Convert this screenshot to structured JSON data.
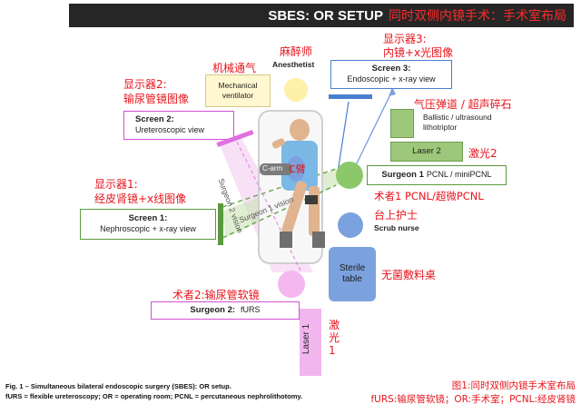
{
  "banner": {
    "title_en": "SBES: OR SETUP",
    "title_zh": "同时双侧内镜手术：手术室布局"
  },
  "labels": {
    "anesthetist_zh": "麻醉师",
    "anesthetist": "Anesthetist",
    "ventilator_zh": "机械通气",
    "ventilator": "Mechanical ventilator",
    "screen3_zh": "显示器3:\n内镜+x光图像",
    "screen3_title": "Screen 3:",
    "screen3_desc": "Endoscopic + x-ray view",
    "screen2_zh": "显示器2:\n输尿管镜图像",
    "screen2_title": "Screen 2:",
    "screen2_desc": "Ureteroscopic view",
    "screen1_zh": "显示器1:\n经皮肾镜+x线图像",
    "screen1_title": "Screen 1:",
    "screen1_desc": "Nephroscopic + x-ray view",
    "lithotriptor_zh": "气压弹道 / 超声碎石",
    "lithotriptor": "Ballistic / ultrasound lithotriptor",
    "laser2": "Laser 2",
    "laser2_zh": "激光2",
    "surgeon1_title": "Surgeon 1",
    "surgeon1_desc": "PCNL / miniPCNL",
    "surgeon1_zh": "术者1 PCNL/超微PCNL",
    "scrub_zh": "台上护士",
    "scrub": "Scrub nurse",
    "sterile_table": "Sterile table",
    "sterile_zh": "无菌敷料桌",
    "surgeon2_zh": "术者2:输尿管软镜",
    "surgeon2_title": "Surgeon 2:",
    "surgeon2_desc": "fURS",
    "laser1": "Laser 1",
    "laser1_zh": "激\n光\n1",
    "carm": "C-arm",
    "carm_zh": "C臂",
    "surgeon2_vision": "Surgeon 2 vision",
    "surgeon1_vision": "Surgeon 1 vision"
  },
  "caption": {
    "line1_bold": "Fig. 1 – Simultaneous bilateral endoscopic surgery (SBES): OR setup.",
    "line2_bold": "fURS = flexible ureteroscopy; OR = operating room; PCNL = percutaneous nephrolithotomy.",
    "zh_line1": "图1:同时双侧内镜手术室布局",
    "zh_line2": "fURS:输尿管软镜；OR:手术室；PCNL:经皮肾镜"
  },
  "colors": {
    "screen3_border": "#4a7fd0",
    "screen2_border": "#d24fd2",
    "screen1_border": "#5a9a3c",
    "surgeon1_circle": "#8cc86a",
    "surgeon2_circle": "#f4b7f0",
    "anesthetist_circle": "#fff0a8",
    "scrub_circle": "#7ba2de",
    "sterile_table": "#7ba2de",
    "laser1": "#f2b6ee",
    "accent_red": "#e8141c"
  }
}
